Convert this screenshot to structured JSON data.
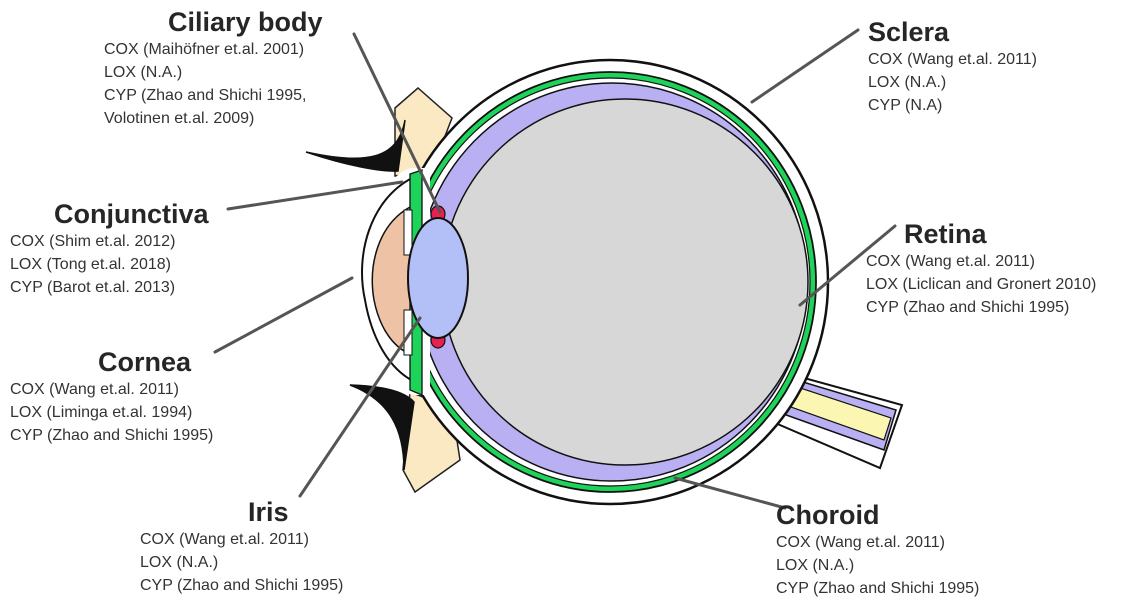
{
  "labels": {
    "ciliary_body": {
      "title": "Ciliary body",
      "lines": [
        "COX (Maihöfner et.al. 2001)",
        "LOX (N.A.)",
        "CYP (Zhao and Shichi 1995,",
        "Volotinen et.al. 2009)"
      ]
    },
    "sclera": {
      "title": "Sclera",
      "lines": [
        "COX (Wang et.al. 2011)",
        "LOX (N.A.)",
        "CYP (N.A)"
      ]
    },
    "conjunctiva": {
      "title": "Conjunctiva",
      "lines": [
        "COX (Shim et.al. 2012)",
        "LOX (Tong et.al. 2018)",
        "CYP (Barot et.al. 2013)"
      ]
    },
    "retina": {
      "title": "Retina",
      "lines": [
        "COX (Wang et.al. 2011)",
        "LOX (Liclican and Gronert 2010)",
        "CYP (Zhao and Shichi 1995)"
      ]
    },
    "cornea": {
      "title": "Cornea",
      "lines": [
        "COX (Wang et.al. 2011)",
        "LOX (Liminga et.al. 1994)",
        "CYP (Zhao and Shichi 1995)"
      ]
    },
    "iris": {
      "title": "Iris",
      "lines": [
        "COX (Wang et.al. 2011)",
        "LOX (N.A.)",
        "CYP (Zhao and Shichi 1995)"
      ]
    },
    "choroid": {
      "title": "Choroid",
      "lines": [
        "COX (Wang et.al. 2011)",
        "LOX (N.A.)",
        "CYP (Zhao and Shichi 1995)"
      ]
    }
  },
  "colors": {
    "sclera_fill": "#ffffff",
    "outline": "#111111",
    "choroid_green": "#1dd35a",
    "retina_lavender": "#b8b0f2",
    "vitreous_gray": "#d7d7d7",
    "lens_blue": "#b3bff7",
    "cornea_peach": "#eec3a5",
    "eyelid_cream": "#fbe9c4",
    "ciliary_red": "#e8204f",
    "optic_nerve_yellow": "#fbf6b2",
    "leader_line": "#555555"
  }
}
